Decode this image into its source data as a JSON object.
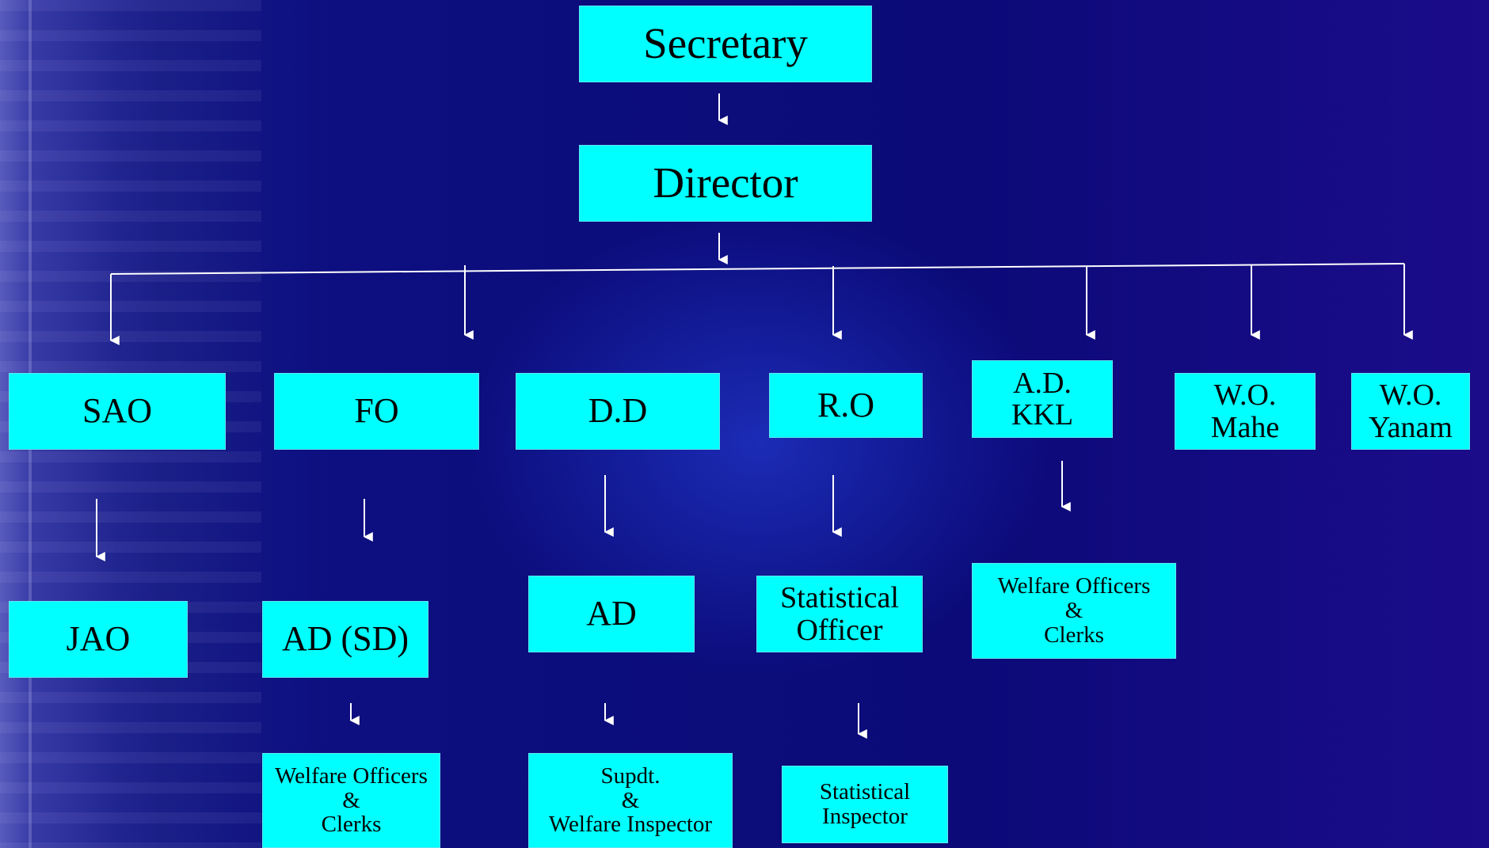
{
  "nodes": {
    "secretary": {
      "lines": [
        "Secretary"
      ]
    },
    "director": {
      "lines": [
        "Director"
      ]
    },
    "sao": {
      "lines": [
        "SAO"
      ]
    },
    "fo": {
      "lines": [
        "FO"
      ]
    },
    "dd": {
      "lines": [
        "D.D"
      ]
    },
    "ro": {
      "lines": [
        "R.O"
      ]
    },
    "ad_kkl": {
      "lines": [
        "A.D.",
        "KKL"
      ]
    },
    "wo_mahe": {
      "lines": [
        "W.O.",
        "Mahe"
      ]
    },
    "wo_yanam": {
      "lines": [
        "W.O.",
        "Yanam"
      ]
    },
    "jao": {
      "lines": [
        "JAO"
      ]
    },
    "ad_sd": {
      "lines": [
        "AD (SD)"
      ]
    },
    "ad": {
      "lines": [
        "AD"
      ]
    },
    "statistical_officer": {
      "lines": [
        "Statistical",
        "Officer"
      ]
    },
    "kkl_staff": {
      "lines": [
        "Welfare Officers",
        "&",
        "Clerks"
      ]
    },
    "fo_staff": {
      "lines": [
        "Welfare Officers",
        "&",
        "Clerks"
      ]
    },
    "ad_staff": {
      "lines": [
        "Supdt.",
        "&",
        "Welfare Inspector"
      ]
    },
    "statistical_inspector": {
      "lines": [
        "Statistical",
        "Inspector"
      ]
    }
  },
  "colors": {
    "box_fill": "#00ffff",
    "connector": "#ffffff",
    "text": "#000000"
  }
}
